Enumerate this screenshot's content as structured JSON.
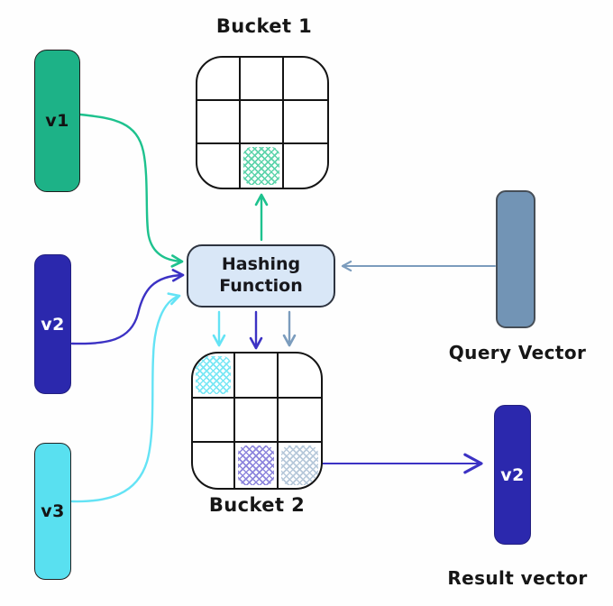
{
  "vectors": {
    "v1": {
      "label": "v1",
      "color": "#1db287"
    },
    "v2": {
      "label": "v2",
      "color": "#2b28ad"
    },
    "v3": {
      "label": "v3",
      "color": "#59e0f0"
    }
  },
  "hashing_function": {
    "label": "Hashing Function"
  },
  "buckets": {
    "bucket1": {
      "label": "Bucket 1",
      "grid": "3x3",
      "hatched": [
        {
          "row": 3,
          "col": 2,
          "color": "green"
        }
      ]
    },
    "bucket2": {
      "label": "Bucket 2",
      "grid": "3x3",
      "hatched": [
        {
          "row": 1,
          "col": 1,
          "color": "cyan"
        },
        {
          "row": 3,
          "col": 2,
          "color": "indigo"
        },
        {
          "row": 3,
          "col": 3,
          "color": "slate"
        }
      ]
    }
  },
  "query_vector": {
    "label": "Query Vector",
    "color": "#7294b5"
  },
  "result_vector": {
    "label": "Result vector",
    "value": "v2",
    "color": "#2b28ad"
  },
  "edges": [
    {
      "from": "v1",
      "to": "hashing_function",
      "color": "green"
    },
    {
      "from": "v2",
      "to": "hashing_function",
      "color": "indigo"
    },
    {
      "from": "v3",
      "to": "hashing_function",
      "color": "cyan"
    },
    {
      "from": "query_vector",
      "to": "hashing_function",
      "color": "slate"
    },
    {
      "from": "hashing_function",
      "to": "bucket1",
      "color": "green"
    },
    {
      "from": "hashing_function",
      "to": "bucket2",
      "color": "cyan"
    },
    {
      "from": "hashing_function",
      "to": "bucket2",
      "color": "indigo"
    },
    {
      "from": "hashing_function",
      "to": "bucket2",
      "color": "slate"
    },
    {
      "from": "bucket2",
      "to": "result_vector",
      "color": "indigo"
    }
  ],
  "colors": {
    "green": "#1db287",
    "green-arrow": "#1ec28e",
    "hatch-green": "#5ed4ab",
    "indigo": "#2b28ad",
    "indigo-arrow": "#3c32c4",
    "hatch-indigo": "#8d86dd",
    "cyan": "#59e0f0",
    "cyan-arrow": "#64e3f5",
    "hatch-cyan": "#79e7f5",
    "slate": "#7294b5",
    "slate-arrow": "#7b9cbd",
    "hatch-slate": "#b6c8da",
    "hash-box-fill": "#d9e7f7",
    "hash-box-border": "#2e3440",
    "ink": "#141414",
    "background": "#ffffff"
  }
}
